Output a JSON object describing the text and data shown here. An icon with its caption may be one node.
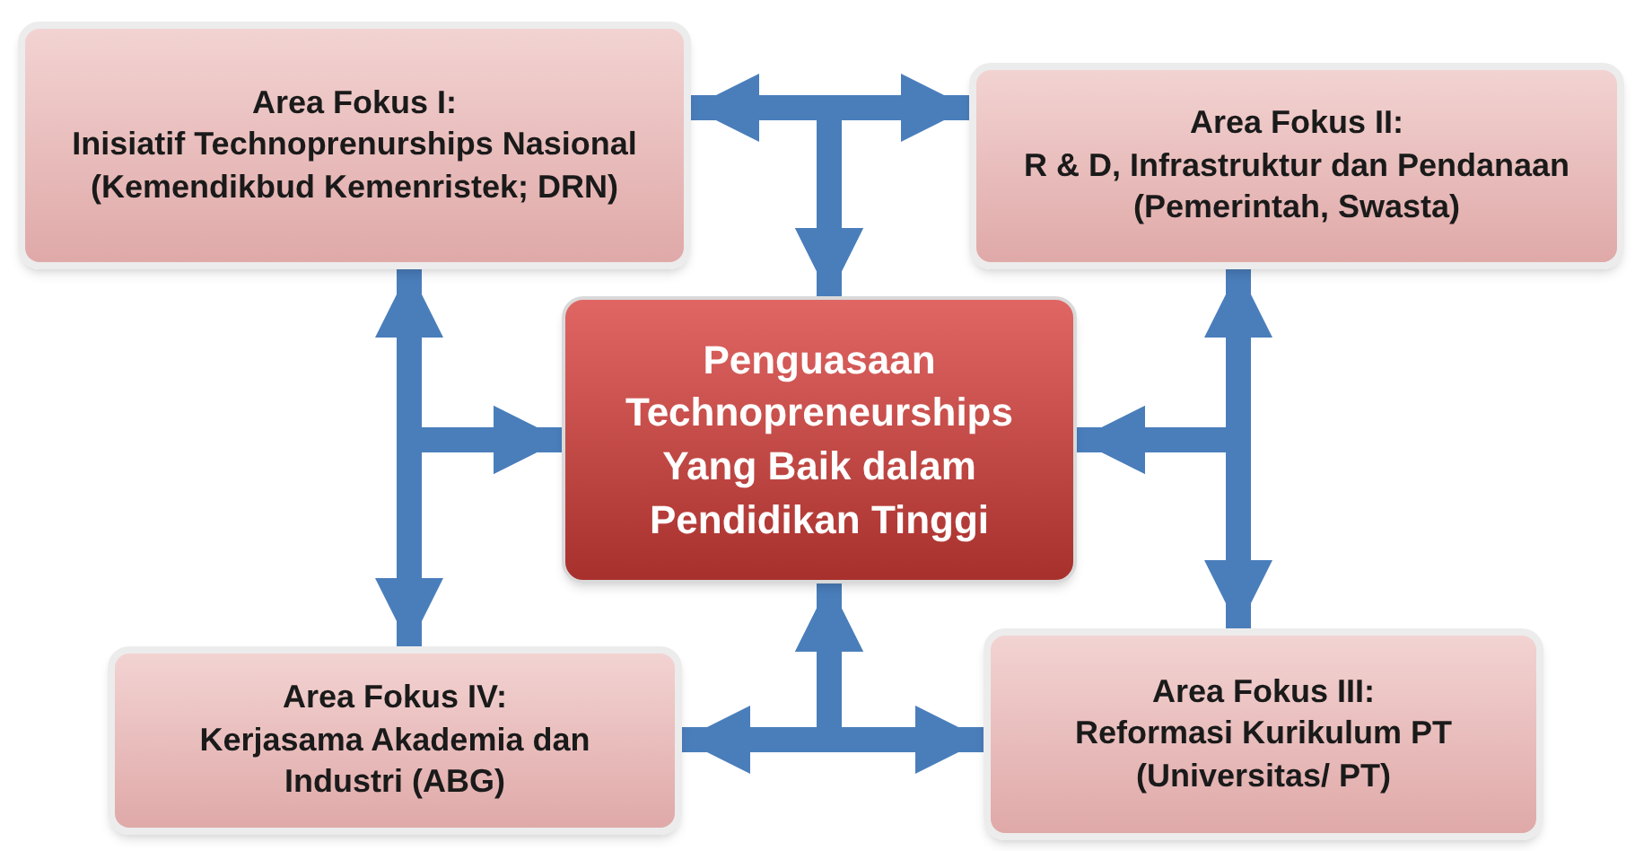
{
  "diagram": {
    "nodes": [
      {
        "text": [
          "Area Fokus I:",
          "Inisiatif Technoprenurships Nasional (Kemendikbud Kemenristek; DRN)"
        ]
      },
      {
        "text": [
          "Area Fokus II:",
          "R & D, Infrastruktur dan Pendanaan (Pemerintah, Swasta)"
        ]
      },
      {
        "text": [
          "Penguasaan Technopreneurships Yang Baik dalam Pendidikan Tinggi"
        ]
      },
      {
        "text": [
          "Area Fokus IV:",
          "Kerjasama Akademia dan Industri (ABG)"
        ]
      },
      {
        "text": [
          "Area Fokus III:",
          "Reformasi Kurikulum PT (Universitas/ PT)"
        ]
      }
    ],
    "edges": [
      {
        "from": 0,
        "to": 1,
        "arrow": "both"
      },
      {
        "from": 0,
        "to": 2,
        "arrow": "to"
      },
      {
        "from": 1,
        "to": 2,
        "arrow": "to"
      },
      {
        "from": 0,
        "to": 3,
        "arrow": "both"
      },
      {
        "from": 0,
        "to": 2,
        "arrow": "to"
      },
      {
        "from": 3,
        "to": 2,
        "arrow": "to"
      },
      {
        "from": 1,
        "to": 4,
        "arrow": "both"
      },
      {
        "from": 1,
        "to": 2,
        "arrow": "to"
      },
      {
        "from": 4,
        "to": 2,
        "arrow": "to"
      },
      {
        "from": 3,
        "to": 4,
        "arrow": "both"
      },
      {
        "from": 3,
        "to": 2,
        "arrow": "to"
      },
      {
        "from": 4,
        "to": 2,
        "arrow": "to"
      }
    ]
  }
}
